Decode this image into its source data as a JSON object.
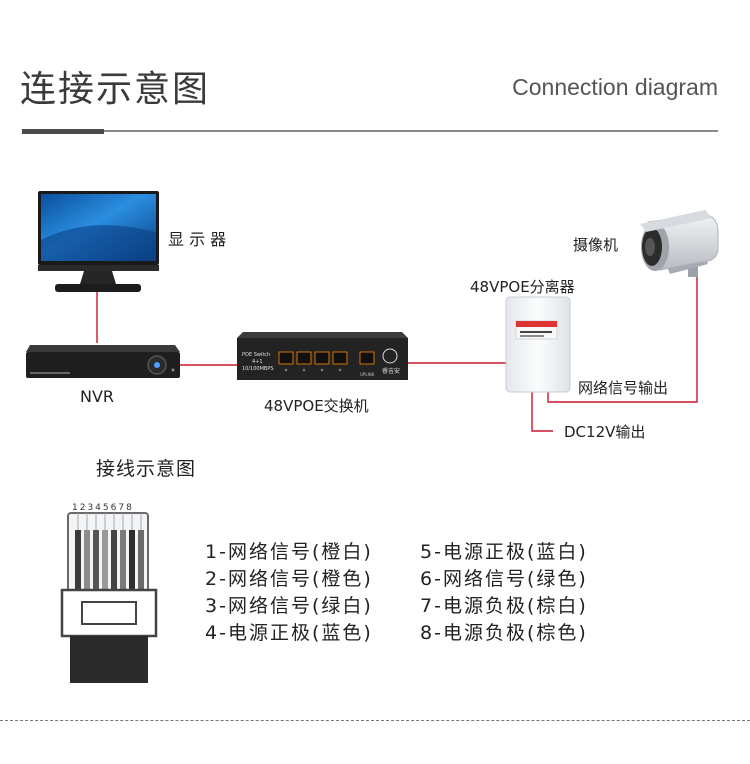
{
  "header": {
    "title_cn": "连接示意图",
    "title_en": "Connection diagram"
  },
  "devices": {
    "monitor": "显 示 器",
    "nvr": "NVR",
    "switch": "48VPOE交换机",
    "splitter": "48VPOE分离器",
    "camera": "摄像机"
  },
  "connections": {
    "network_out": "网络信号输出",
    "dc_out": "DC12V输出"
  },
  "switch_panel": {
    "brand": "POE Switch",
    "ports": "4+1",
    "speed": "10/100MBPS",
    "logo": "睿吉安",
    "uplink": "UPLINK"
  },
  "wiring": {
    "title": "接线示意图",
    "pin_numbers": "12345678",
    "pins": [
      "1-网络信号(橙白)",
      "2-网络信号(橙色)",
      "3-网络信号(绿白)",
      "4-电源正极(蓝色)",
      "5-电源正极(蓝白)",
      "6-网络信号(绿色)",
      "7-电源负极(棕白)",
      "8-电源负极(棕色)"
    ]
  },
  "colors": {
    "header_bar_dark": "#4a4a4a",
    "header_bar_light": "#8a8a8a",
    "cable_red": "#c8192e",
    "monitor_screen": "#1f7fd6",
    "device_dark": "#1e1e1e",
    "splitter_white": "#f5f6f8"
  }
}
